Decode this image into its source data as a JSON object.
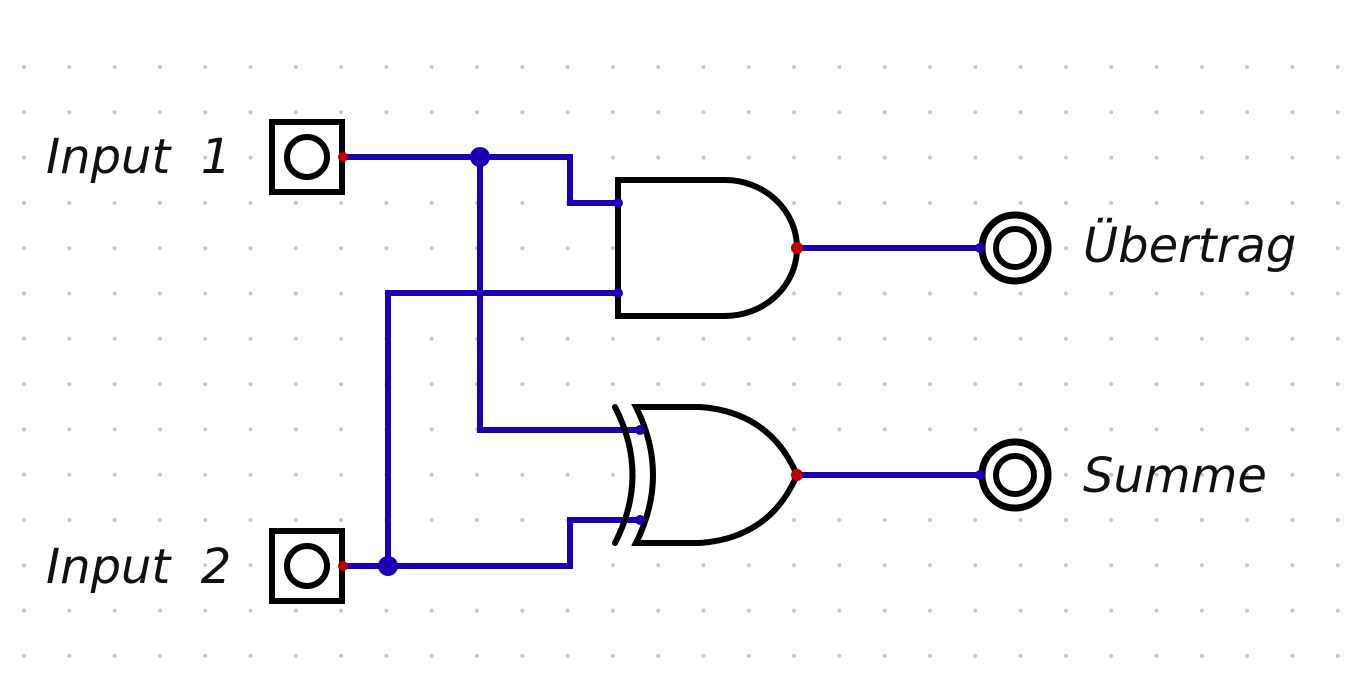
{
  "diagram": {
    "inputs": [
      {
        "label": "Input  1"
      },
      {
        "label": "Input  2"
      }
    ],
    "gates": [
      {
        "type": "AND"
      },
      {
        "type": "XOR"
      }
    ],
    "outputs": [
      {
        "label": "Übertrag"
      },
      {
        "label": "Summe"
      }
    ],
    "colors": {
      "wire": "#1a00b4",
      "pin": "#c00000",
      "outline": "#000000",
      "grid_dot": "#c8c8c8"
    }
  }
}
